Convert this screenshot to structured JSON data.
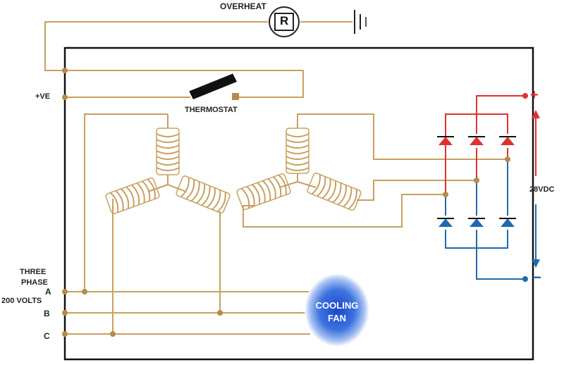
{
  "labels": {
    "overheat": "OVERHEAT",
    "relay": "R",
    "positive_terminal": "+VE",
    "thermostat": "THERMOSTAT",
    "three_phase_line1": "THREE",
    "three_phase_line2": "PHASE",
    "three_phase_line3": "200 VOLTS",
    "phase_a": "A",
    "phase_b": "B",
    "phase_c": "C",
    "fan_line1": "COOLING",
    "fan_line2": "FAN",
    "output_voltage": "28VDC",
    "plus": "+",
    "minus": "−"
  },
  "colors": {
    "wire": "#c8a060",
    "node": "#b88a4a",
    "positive": "#e03030",
    "negative": "#1e6ab0",
    "frame": "#111111",
    "fan": "#3a6fd8"
  },
  "icons": {
    "relay": "relay-circle-icon",
    "battery": "battery-icon",
    "thermostat": "thermostat-icon",
    "fan": "cooling-fan-icon",
    "diode": "diode-icon",
    "coil": "coil-winding-icon"
  }
}
